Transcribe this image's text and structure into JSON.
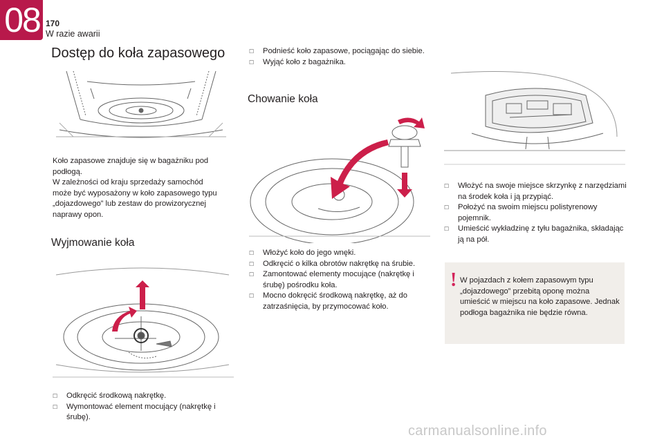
{
  "header": {
    "chapter": "08",
    "page_number": "170",
    "section": "W razie awarii"
  },
  "title": "Dostęp do koła zapasowego",
  "intro": [
    "Koło zapasowe znajduje się w bagażniku pod",
    "podłogą.",
    "W zależności od kraju sprzedaży samochód",
    "może być wyposażony w koło zapasowego typu",
    "„dojazdowego” lub zestaw do prowizorycznej",
    "naprawy opon."
  ],
  "removal": {
    "title": "Wyjmowanie koła",
    "steps": [
      "Odkręcić środkową nakrętkę.",
      "Wymontować element mocujący (nakrętkę i śrubę)."
    ]
  },
  "removal_more_steps": [
    "Podnieść koło zapasowe, pociągając do siebie.",
    "Wyjąć koło z bagażnika."
  ],
  "storing": {
    "title": "Chowanie koła",
    "steps": [
      "Włożyć koło do jego wnęki.",
      "Odkręcić o kilka obrotów nakrętkę na śrubie.",
      "Zamontować elementy mocujące (nakrętkę i śrubę) pośrodku koła.",
      "Mocno dokręcić środkową nakrętkę, aż do zatrzaśnięcia, by przymocować koło."
    ]
  },
  "final_steps": [
    "Włożyć na swoje miejsce skrzynkę z narzędziami na środek koła i ją przypiąć.",
    "Położyć na swoim miejscu polistyrenowy pojemnik.",
    "Umieścić wykładzinę z tyłu bagażnika, składając ją na pół."
  ],
  "warning": {
    "mark": "!",
    "text": "W pojazdach z kołem zapasowym typu „dojazdowego” przebitą oponę można umieścić w miejscu na koło zapasowe. Jednak podłoga bagażnika nie będzie równa."
  },
  "watermark": "carmanualsonline.info",
  "colors": {
    "accent": "#b8194b",
    "arrow": "#cc1f4a",
    "warning_bg": "#f1eeea"
  },
  "icons": [
    "checkbox-bullet-icon",
    "warning-exclamation-icon",
    "curved-arrow-icon",
    "straight-arrow-icon"
  ]
}
